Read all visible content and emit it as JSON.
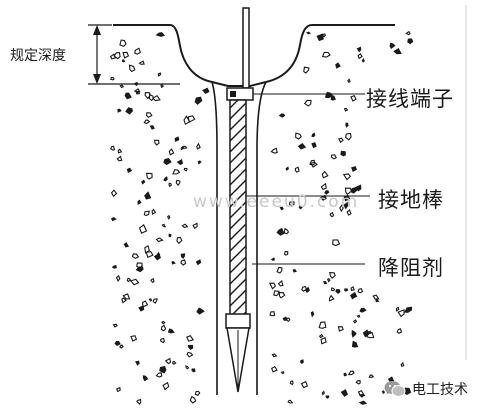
{
  "labels": {
    "depth": "规定深度",
    "terminal": "接线端子",
    "rod": "接地棒",
    "reducer": "降阻剂"
  },
  "watermark": "www.eeeu0.com",
  "logo": {
    "text": "电工技术",
    "icon": "wechat-icon"
  },
  "colors": {
    "ink": "#1a1a1a",
    "background": "#ffffff",
    "watermark": "#c8c8c8"
  }
}
